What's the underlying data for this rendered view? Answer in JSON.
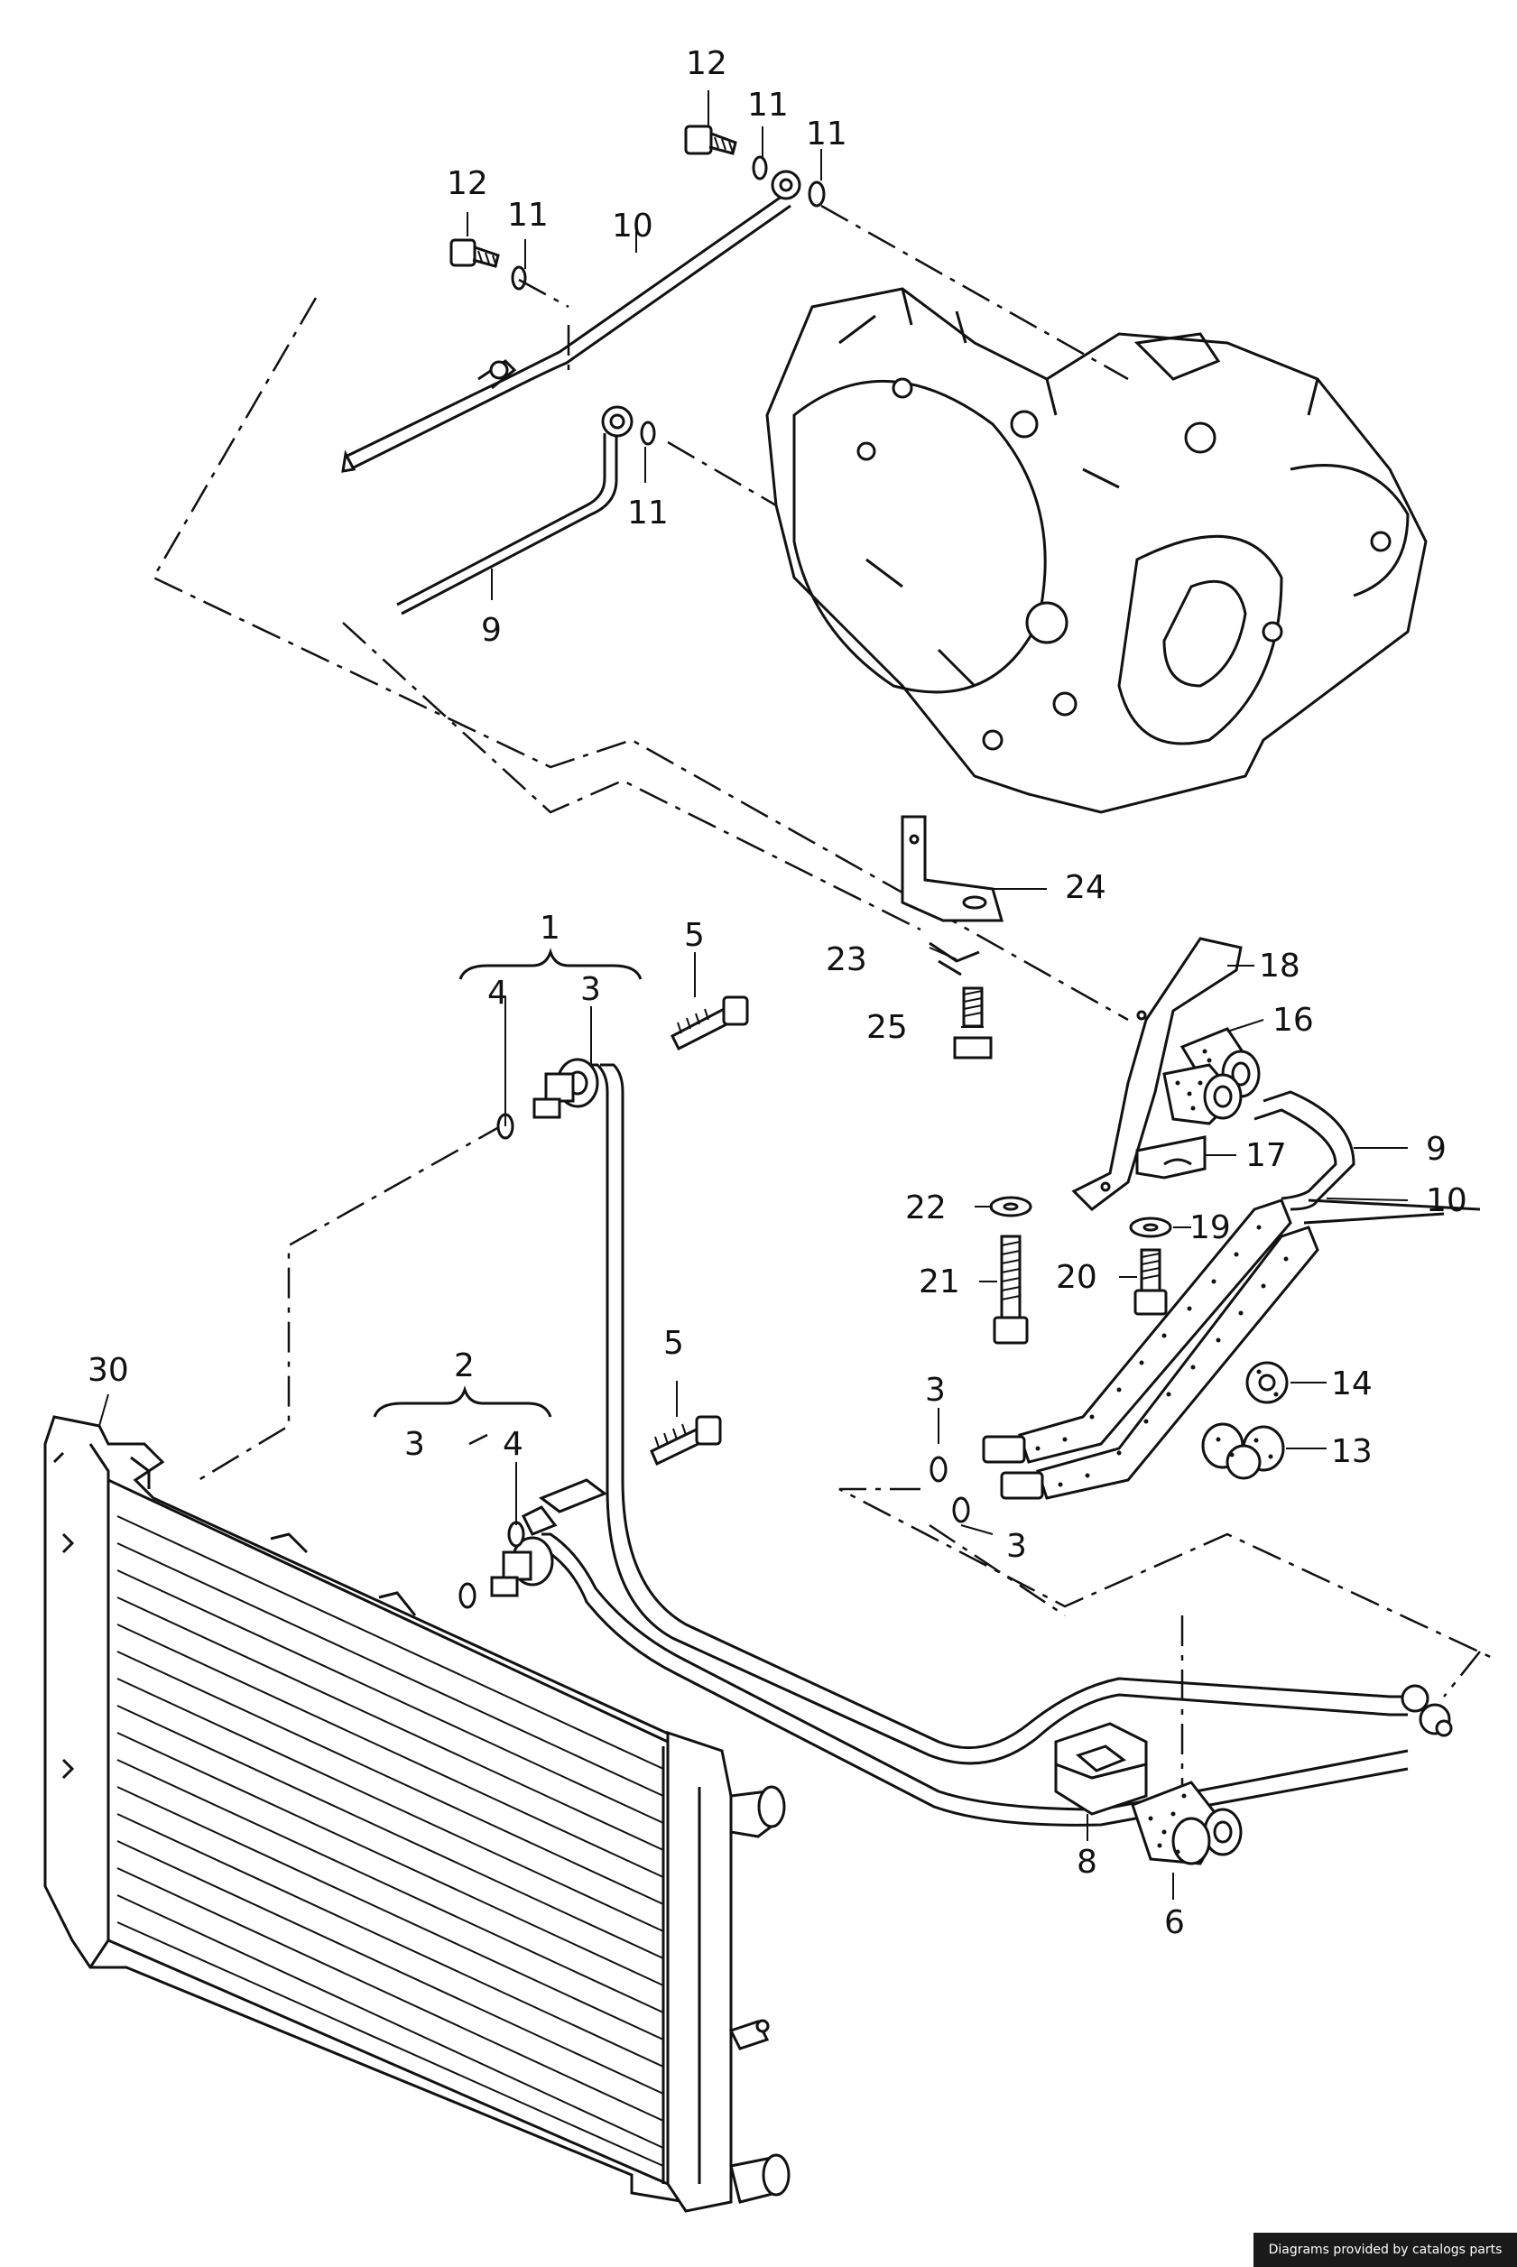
{
  "labels": {
    "l1": "1",
    "l2": "2",
    "l3a": "3",
    "l3b": "3",
    "l3c": "3",
    "l3d": "3",
    "l4a": "4",
    "l4b": "4",
    "l5a": "5",
    "l5b": "5",
    "l6": "6",
    "l8": "8",
    "l9a": "9",
    "l9b": "9",
    "l10a": "10",
    "l10b": "10",
    "l11a": "11",
    "l11b": "11",
    "l11c": "11",
    "l11d": "11",
    "l12a": "12",
    "l12b": "12",
    "l13": "13",
    "l14": "14",
    "l16": "16",
    "l17": "17",
    "l18": "18",
    "l19": "19",
    "l20": "20",
    "l21": "21",
    "l22": "22",
    "l23": "23",
    "l24": "24",
    "l25": "25",
    "l30": "30"
  },
  "footer": {
    "credit": "Diagrams provided by catalogs parts"
  }
}
